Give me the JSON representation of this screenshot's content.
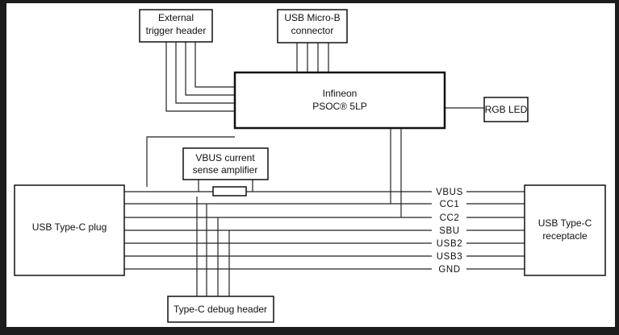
{
  "blocks": {
    "external_trigger_header": [
      "External",
      "trigger header"
    ],
    "usb_micro_b_connector": [
      "USB Micro-B",
      "connector"
    ],
    "psoc": [
      "Infineon",
      "PSOC® 5LP"
    ],
    "rgb_led": [
      "RGB LED"
    ],
    "vbus_amplifier": [
      "VBUS current",
      "sense amplifier"
    ],
    "usb_type_c_plug": [
      "USB Type-C plug"
    ],
    "usb_type_c_receptacle": [
      "USB Type-C",
      "receptacle"
    ],
    "type_c_debug_header": [
      "Type-C debug header"
    ]
  },
  "signals": [
    "VBUS",
    "CC1",
    "CC2",
    "SBU",
    "USB2",
    "USB3",
    "GND"
  ]
}
